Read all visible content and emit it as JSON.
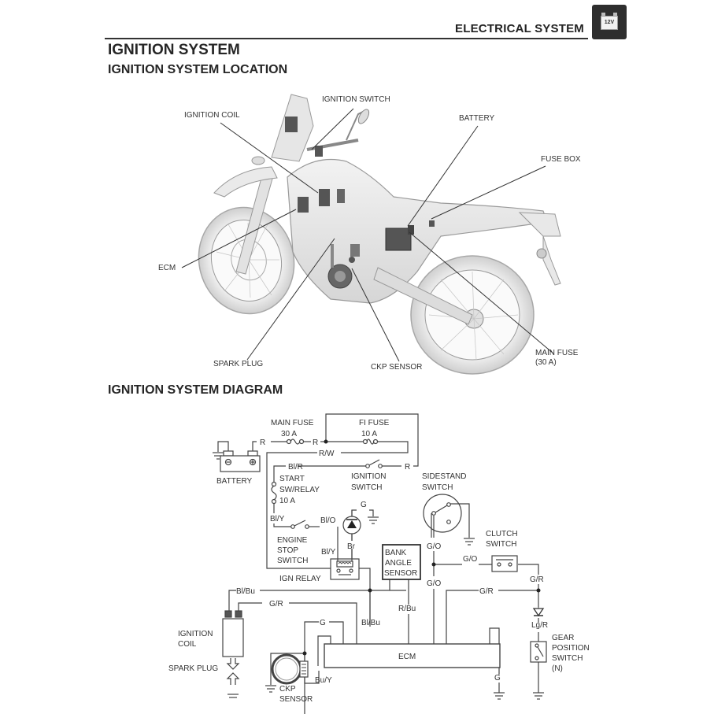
{
  "header": {
    "section_title": "ELECTRICAL SYSTEM",
    "badge_icon": "battery-icon",
    "badge_text": "12V"
  },
  "page": {
    "title": "IGNITION SYSTEM",
    "location_heading": "IGNITION SYSTEM LOCATION",
    "diagram_heading": "IGNITION SYSTEM DIAGRAM"
  },
  "location_callouts": {
    "ignition_coil": "IGNITION COIL",
    "ignition_switch": "IGNITION SWITCH",
    "battery": "BATTERY",
    "fuse_box": "FUSE BOX",
    "ecm": "ECM",
    "spark_plug": "SPARK PLUG",
    "ckp_sensor": "CKP SENSOR",
    "main_fuse_line1": "MAIN FUSE",
    "main_fuse_line2": "(30 A)"
  },
  "diagram": {
    "main_fuse": {
      "label": "MAIN FUSE",
      "rating": "30 A"
    },
    "fi_fuse": {
      "label": "FI FUSE",
      "rating": "10 A"
    },
    "battery": "BATTERY",
    "start_relay": {
      "line1": "START",
      "line2": "SW/RELAY",
      "line3": "10 A"
    },
    "ignition_switch": {
      "line1": "IGNITION",
      "line2": "SWITCH"
    },
    "sidestand_switch": {
      "line1": "SIDESTAND",
      "line2": "SWITCH"
    },
    "clutch_switch": {
      "line1": "CLUTCH",
      "line2": "SWITCH"
    },
    "engine_stop_switch": {
      "line1": "ENGINE",
      "line2": "STOP",
      "line3": "SWITCH"
    },
    "ign_relay": "IGN RELAY",
    "bank_angle_sensor": {
      "line1": "BANK",
      "line2": "ANGLE",
      "line3": "SENSOR"
    },
    "ignition_coil": {
      "line1": "IGNITION",
      "line2": "COIL"
    },
    "spark_plug": "SPARK PLUG",
    "ckp_sensor": {
      "line1": "CKP",
      "line2": "SENSOR"
    },
    "ecm": "ECM",
    "gear_position_switch": {
      "line1": "GEAR",
      "line2": "POSITION",
      "line3": "SWITCH",
      "line4": "(N)"
    },
    "wires": {
      "r1": "R",
      "r2": "R",
      "r3": "R",
      "rw": "R/W",
      "blr": "Bl/R",
      "bly1": "Bl/Y",
      "blo": "Bl/O",
      "bly2": "Bl/Y",
      "g_diode": "G",
      "br": "Br",
      "go1": "G/O",
      "go2": "G/O",
      "go3": "G/O",
      "gr1": "G/R",
      "gr2": "G/R",
      "gr3": "G/R",
      "blbu1": "Bl/Bu",
      "blbu2": "Bl/Bu",
      "rbu": "R/Bu",
      "g_ckp": "G",
      "buy": "Bu/Y",
      "g_ecm": "G",
      "lgr": "Lg/R"
    }
  }
}
